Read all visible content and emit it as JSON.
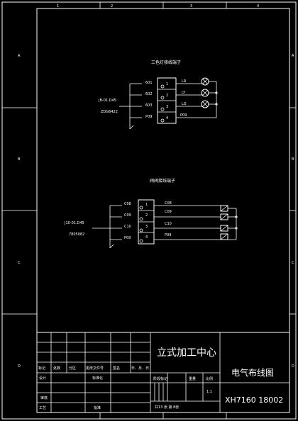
{
  "border": {
    "col_labels": [
      "1",
      "2",
      "3",
      "4"
    ],
    "row_labels": [
      "A",
      "B",
      "C",
      "D"
    ]
  },
  "block1": {
    "title": "三色灯接线端子",
    "cable_spec": "JB-01.D45",
    "cable_code": "ZDG6422",
    "rows": [
      {
        "wire": "601",
        "term": "1",
        "label": "LR"
      },
      {
        "wire": "602",
        "term": "2",
        "label": "LY"
      },
      {
        "wire": "603",
        "term": "3",
        "label": "LG"
      },
      {
        "wire": "P09",
        "term": "4",
        "label": "P09"
      }
    ]
  },
  "block2": {
    "title": "阀阀接线端子",
    "cable_spec": "J10-01.D45",
    "cable_code": "7805082",
    "rows": [
      {
        "wire": "C08",
        "term": "1",
        "label": "C08"
      },
      {
        "wire": "C09",
        "term": "2",
        "label": "C09"
      },
      {
        "wire": "C10",
        "term": "3",
        "label": "C10"
      },
      {
        "wire": "P09",
        "term": "4",
        "label": "P09"
      }
    ]
  },
  "titleblock": {
    "company": "立式加工中心",
    "drawing_title": "电气布线图",
    "drawing_number": "XH7160 18002",
    "rev_headers": [
      "标记",
      "处数",
      "分区",
      "更改文件号",
      "签名",
      "年、月、日"
    ],
    "design": "设计",
    "standard": "标准化",
    "stage_headers": [
      "阶段标记",
      "重量",
      "比例"
    ],
    "scale": "1:1",
    "check": "审核",
    "process": "工艺",
    "approve": "批准",
    "sheets": "共13 张 第 8张"
  }
}
